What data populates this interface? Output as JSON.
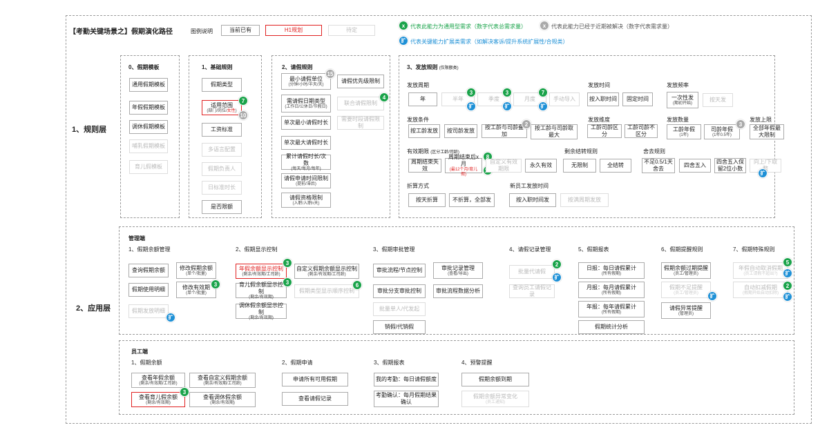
{
  "title": "【考勤关键场景之】假期演化路径",
  "legend": {
    "label": "图例说明",
    "existing": "当前已有",
    "h1": "H1规划",
    "pending": "待定",
    "green_mark": "x",
    "green_text": "代表此能力为通用型需求（数字代表总需求量）",
    "gray_mark": "x",
    "gray_text": "代表此能力已经于近期被解决（数字代表需求量）",
    "blue_mark": "扩",
    "blue_text": "代表关键能力扩展类需求（如解决客诉/提升系统扩展性/合规类）"
  },
  "colors": {
    "green": "#1aa34a",
    "gray": "#a9a9a9",
    "blue": "#1e90d6",
    "red": "#e02020"
  },
  "layer1": {
    "label": "1、规则层",
    "templates": {
      "title": "0、假期模板",
      "items": [
        "通用假期模板",
        "年假假期模板",
        "调休假期模板",
        "哺乳假期模板",
        "育儿假模板"
      ]
    },
    "basic": {
      "title": "1、基础规则",
      "type": "假期类型",
      "scope": "适用范围",
      "scope_sub_a": "(部门/岗位/",
      "scope_sub_b": "女性",
      "scope_sub_c": ")",
      "scope_badge_green": "7",
      "scope_badge_gray": "10",
      "salary": "工资标准",
      "multi": "多语言配置",
      "approver": "假期负责人",
      "daily": "日标准时长",
      "limit": "是否限额"
    },
    "request": {
      "title": "2、请假规则",
      "min_unit": "最小请假单位",
      "min_unit_sub": "(分钟/小时/半天/天)",
      "min_unit_badge": "15",
      "priority": "请假优先级限制",
      "date_type": "需请假日期类型",
      "date_type_sub": "(工作日/公休日/节假日)",
      "combine": "联合请假限制",
      "combine_badge": "4",
      "single_min": "单次最小请假时长",
      "deduct": "需要时段请假限制",
      "single_max": "单次最大请假时长",
      "cumulative": "累计请假时长/次数",
      "cumulative_sub": "(每天/每月/每年)",
      "apply_time": "请假申请时间限制",
      "apply_time_sub": "(提前/滞后)",
      "qualification": "请假资格限制",
      "qualification_sub": "(入职/入职n天)"
    },
    "grant": {
      "title": "3、发放规则",
      "title_sub": "(仅限额类)",
      "cycle": {
        "label": "发放周期",
        "items": [
          "年",
          "半年",
          "季度",
          "月度",
          "手动导入"
        ],
        "badges": [
          "3",
          "3",
          "7"
        ],
        "blue": "扩"
      },
      "time": {
        "label": "发放时间",
        "items": [
          "按入职时间",
          "固定时间"
        ]
      },
      "freq": {
        "label": "发放频率",
        "once": "一次性发",
        "once_sub": "(期初开始)",
        "daily": "按天发"
      },
      "condition": {
        "label": "发放条件",
        "items": [
          "按工龄发放",
          "按司龄发放",
          "按工龄与司龄叠加",
          "按工龄与司龄取最大"
        ],
        "badge": "2"
      },
      "dimension": {
        "label": "发放维度",
        "items": [
          "工龄司龄区分",
          "工龄司龄不区分"
        ]
      },
      "count": {
        "label": "发放数量",
        "seniority": "工龄年假",
        "seniority_sub": "(1年)",
        "company": "司龄年假",
        "company_sub": "(1年0.5年)",
        "badge": "3"
      },
      "cap": {
        "label": "发放上限",
        "items": [
          "全部年假最大限制"
        ]
      },
      "valid": {
        "label": "有效期限",
        "label_sub": "(区分工龄/司龄)",
        "period_end": "周期结束失效",
        "extend": "周期结束后x月",
        "extend_sub": "(最12个月/育儿假)",
        "custom": "自定义有效期限",
        "forever": "永久有效",
        "badge_a": "8",
        "badge_b": "13"
      },
      "carry": {
        "label": "剩余结转规则",
        "items": [
          "无限制",
          "全结转"
        ]
      },
      "rounding": {
        "label": "舍去规则",
        "items": [
          "不足0.5/1天舍去",
          "四舍五入",
          "四舍五入保留2位小数",
          "向上/下取整"
        ]
      },
      "discount": {
        "label": "折算方式",
        "items": [
          "按天折算",
          "不折算，全部发"
        ]
      },
      "newhire": {
        "label": "新员工发放时间",
        "items": [
          "按入职时间发",
          "按满周期发放"
        ]
      }
    }
  },
  "layer2": {
    "label": "2、应用层",
    "admin": {
      "title": "管理端",
      "balance": {
        "title": "1、假期余额管理",
        "query": "查询假期余额",
        "edit": "修改假期余额",
        "edit_sub": "(单个/批量)",
        "detail": "假期使用明细",
        "edit_valid": "修改有效期",
        "edit_valid_sub": "(单个/批量)",
        "edit_badge": "3",
        "grant_detail": "假期发放明细"
      },
      "display": {
        "title": "2、假期显示控制",
        "annual": "年假余额显示控制",
        "annual_sub": "(剩余/有效期/工司龄)",
        "custom": "自定义假期余额显示控制",
        "custom_sub": "(剩余/有效期/工司龄)",
        "child": "育儿假余额显示控制",
        "child_sub": "(剩余/有效期)",
        "type_ctrl": "假期类型显示顺序控制",
        "comp": "调休假余额显示控制",
        "comp_sub": "(剩余/有效期)",
        "badge_annual": "3",
        "badge_child": "3",
        "badge_type": "6"
      },
      "approval": {
        "title": "3、假期审批管理",
        "flow": "审批流程/节点控制",
        "record": "审批记录管理",
        "record_sub": "(查看/导出)",
        "branch": "审批分支审批控制",
        "analysis": "审批流程数据分析",
        "proxy": "批量单人/代发起",
        "cancel": "销假/代销假"
      },
      "proxy": {
        "title": "4、请假记录管理",
        "batch": "批量代请假",
        "badge": "2",
        "view": "查询员工请假记录"
      },
      "report": {
        "title": "5、假期报表",
        "day": "日报：每日请假累计",
        "day_sub": "(所有假期)",
        "month": "月报：每月请假累计",
        "month_sub": "(所有假期)",
        "year": "年报：每年请假累计",
        "year_sub": "(所有假期)",
        "stats": "假期统计分析"
      },
      "remind": {
        "title": "6、假期提醒规则",
        "expire": "假期余额过期提醒",
        "expire_sub": "(员工/管理员)",
        "insufficient": "假期不足提醒",
        "insufficient_sub": "(员工/管理员)",
        "abnormal": "请假异常提醒",
        "abnormal_sub": "(管理员)"
      },
      "special": {
        "title": "7、假期特殊规则",
        "a": "年假自动取消假期",
        "a_sub": "(员工请假不超出?)",
        "b": "自动扣减假期",
        "b_sub": "(假期开始自动扣除)",
        "badge_a": "5",
        "badge_b": "2"
      }
    },
    "employee": {
      "title": "员工端",
      "balance": {
        "title": "1、假期余额",
        "annual": "查看年假余额",
        "annual_sub": "(剩余/有效期/工司龄)",
        "custom": "查看自定义假期余额",
        "custom_sub": "(剩余/有效期/工司龄)",
        "child": "查看育儿假余额",
        "child_sub": "(剩余/有效期)",
        "comp": "查看调休假余额",
        "comp_sub": "(剩余/有效期)",
        "badge": "3"
      },
      "apply": {
        "title": "2、假期申请",
        "all": "申请所有可用假期",
        "records": "查看请假记录"
      },
      "report": {
        "title": "3、假期报表",
        "mine": "我的考勤：每日请假额度",
        "confirm": "考勤确认：每月假期结果确认"
      },
      "remind": {
        "title": "4、预警提醒",
        "expire": "假期余额到期",
        "change": "假期余额异常变化",
        "change_sub": "(员工通知)"
      }
    }
  }
}
